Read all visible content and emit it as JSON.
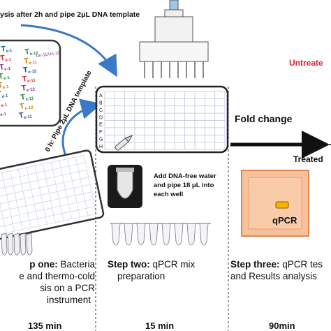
{
  "top_caption": "ysis after 2h and pipe 2μL DNA template",
  "rotated_caption": "0 h: Pipe 2μL DNA template",
  "wells": [
    {
      "t": "T",
      "s": "e-1"
    },
    {
      "t": "T",
      "s": "e-1"
    },
    {
      "t": "T",
      "s": "e-1"
    },
    {
      "t": "T",
      "s": "e-1"
    },
    {
      "t": "T",
      "s": "e-1"
    },
    {
      "t": "T",
      "s": "e-1"
    },
    {
      "t": "T",
      "s": "e-1"
    },
    {
      "t": "T",
      "s": "e-1"
    },
    {
      "t": "T",
      "s": "e-12"
    },
    {
      "t": "T",
      "s": "e-11"
    },
    {
      "t": "T",
      "s": "e-12"
    },
    {
      "t": "T",
      "s": "e-11"
    },
    {
      "t": "T",
      "s": "e-12"
    },
    {
      "t": "T",
      "s": "e-11"
    },
    {
      "t": "T",
      "s": "e-12"
    },
    {
      "t": "T",
      "s": "e-11"
    }
  ],
  "well_right_label": "Un-11/Un-12",
  "row_letters": [
    "A",
    "B",
    "C",
    "D",
    "E",
    "F",
    "G",
    "H"
  ],
  "instruction": "Add DNA-free water and pipe 18 μL into each well",
  "untreated": "Untreate",
  "fold_change": "Fold change",
  "treated": "Treated",
  "qpcr": "qPCR",
  "step1": {
    "lead": "p one:",
    "l1": " Bacteria",
    "l2": "e and thermo-cold",
    "l3": "sis on a PCR",
    "l4": "instrument"
  },
  "step2": {
    "lead": "Step two:",
    "l1": " qPCR mix",
    "l2": "preparation"
  },
  "step3": {
    "lead": "Step three:",
    "l1": " qPCR tes",
    "l2": "and Results analysis"
  },
  "times": {
    "t1": "135 min",
    "t2": "15 min",
    "t3": "90min"
  },
  "colors": {
    "arrow": "#3a78c8",
    "red": "#d8262e",
    "qpcr_bg": "#f7c19c",
    "qpcr_border": "#e08850",
    "chip": "#f4b400"
  }
}
